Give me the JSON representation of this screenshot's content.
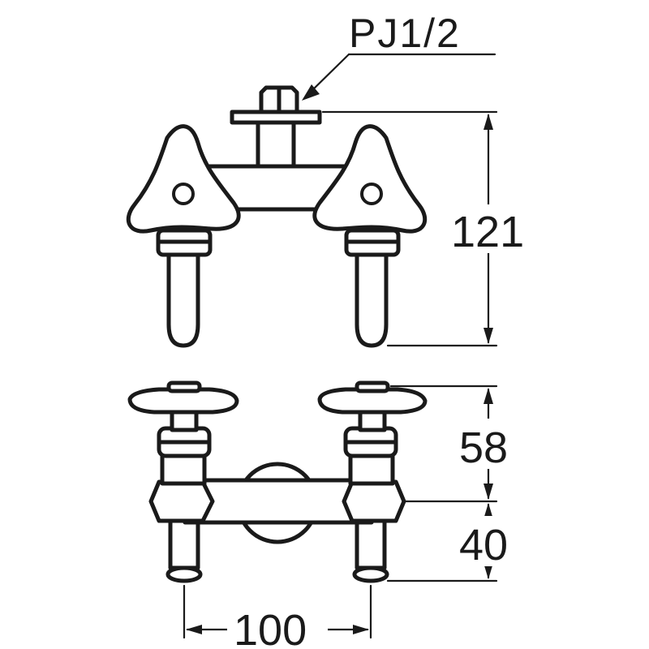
{
  "labels": {
    "connection": "PJ1/2"
  },
  "dimensions": {
    "height_top": "121",
    "height_upper_front": "58",
    "height_lower_front": "40",
    "width_front": "100"
  },
  "colors": {
    "line": "#1a1a1a",
    "background": "#ffffff"
  }
}
